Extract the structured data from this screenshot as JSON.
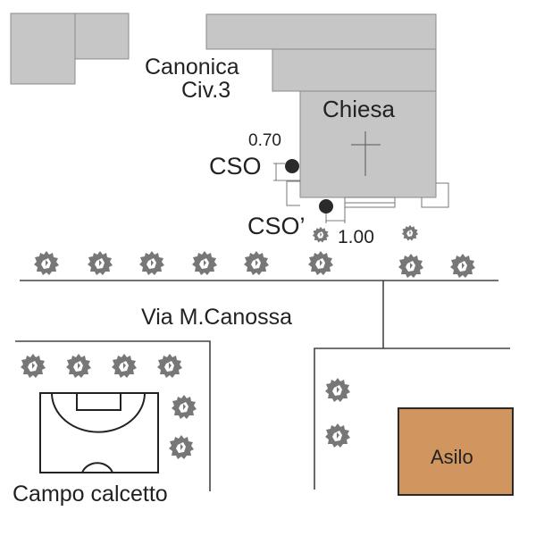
{
  "map": {
    "labels": {
      "canonica": "Canonica",
      "civico": "Civ.3",
      "chiesa": "Chiesa",
      "cso": "CSO",
      "cso_prime": "CSO’",
      "dim_cso": "0.70",
      "dim_cso_prime": "1.00",
      "street": "Via M.Canossa",
      "field": "Campo calcetto",
      "asilo": "Asilo"
    },
    "colors": {
      "building": "#c6c6c6",
      "asilo": "#d19560",
      "tree": "#777777",
      "manhole": "#2a2a2a"
    },
    "icons": {
      "tree": "tree-icon",
      "manhole": "manhole-icon",
      "cross": "cross-icon"
    }
  }
}
